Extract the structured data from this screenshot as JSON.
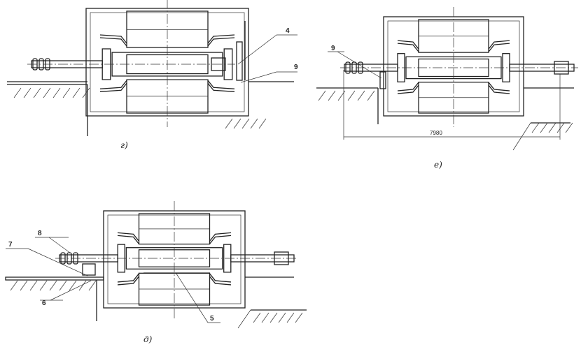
{
  "panels": {
    "g": {
      "caption": "г)",
      "labels": [
        "4",
        "9"
      ]
    },
    "e": {
      "caption": "е)",
      "labels": [
        "9"
      ],
      "dimension": "7980"
    },
    "d": {
      "caption": "д)",
      "labels": [
        "8",
        "7",
        "6",
        "5"
      ]
    }
  }
}
